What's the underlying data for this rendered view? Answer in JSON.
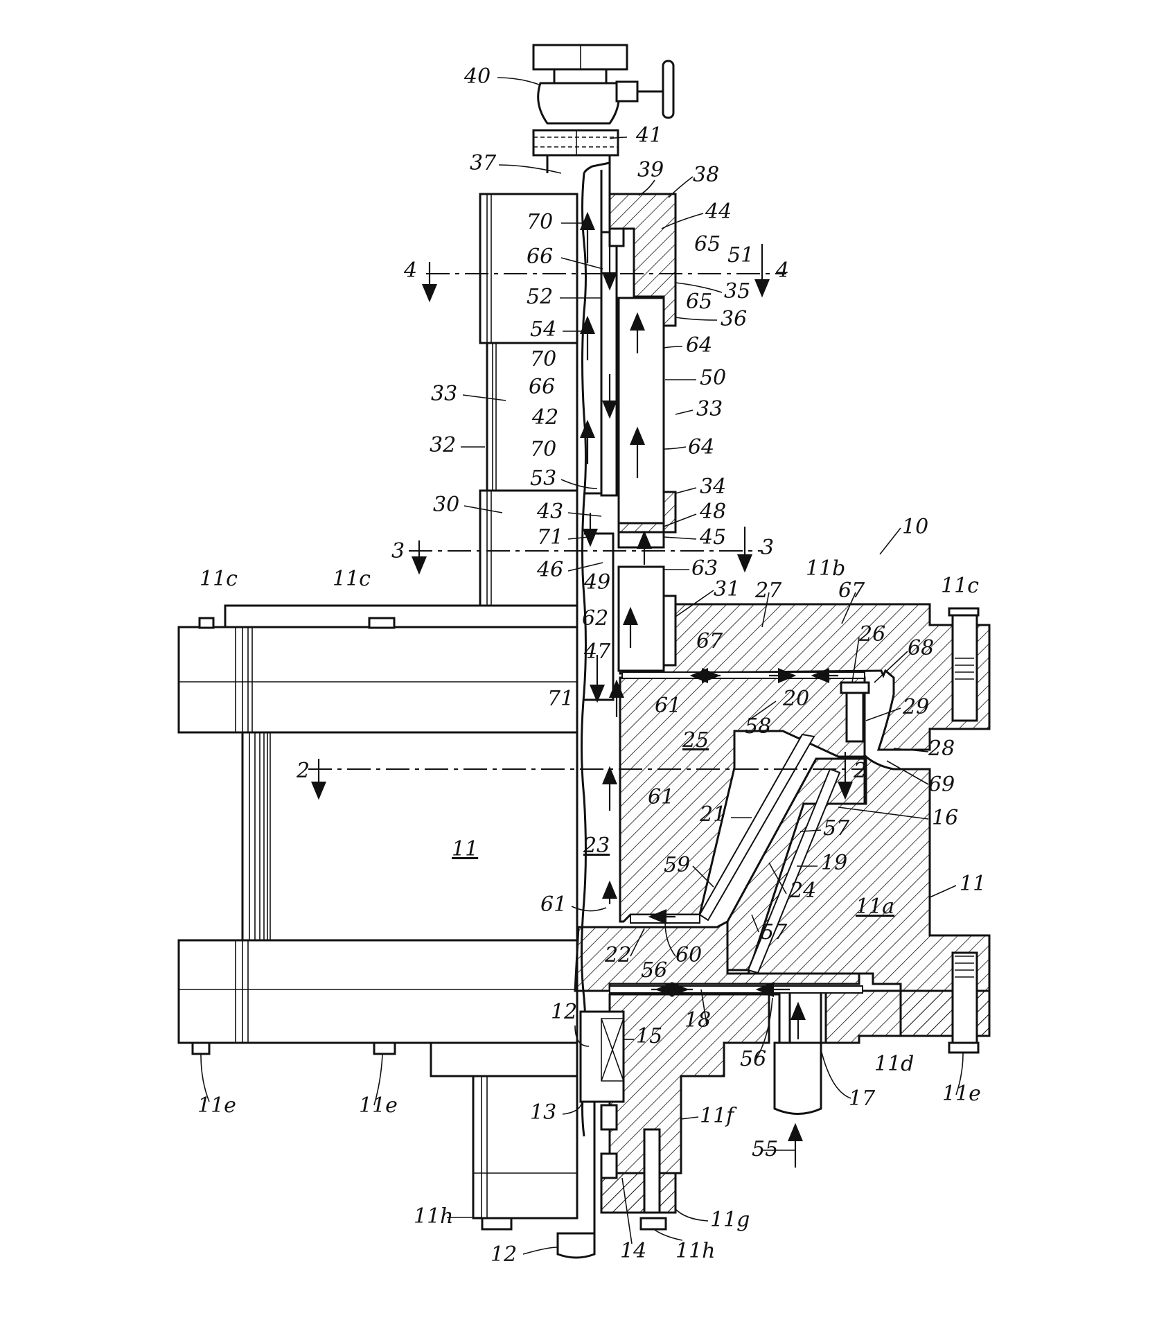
{
  "figure": {
    "labels": {
      "l40": "40",
      "l41": "41",
      "l37": "37",
      "l39": "39",
      "l38": "38",
      "l44": "44",
      "l70a": "70",
      "l65a": "65",
      "l51": "51",
      "l66a": "66",
      "l4left": "4",
      "l4right": "4",
      "l35": "35",
      "l52": "52",
      "l65b": "65",
      "l36": "36",
      "l54": "54",
      "l64a": "64",
      "l70b": "70",
      "l50": "50",
      "l66b": "66",
      "l33a": "33",
      "l33b": "33",
      "l42": "42",
      "l32": "32",
      "l64b": "64",
      "l70c": "70",
      "l53": "53",
      "l34": "34",
      "l30": "30",
      "l43": "43",
      "l48": "48",
      "l71a": "71",
      "l45": "45",
      "l3left": "3",
      "l3right": "3",
      "l10": "10",
      "l46": "46",
      "l63": "63",
      "l11b": "11b",
      "l49": "49",
      "l31": "31",
      "l27": "27",
      "l67a": "67",
      "l11c1": "11c",
      "l11c2": "11c",
      "l11c3": "11c",
      "l62": "62",
      "l26": "26",
      "l67b": "67",
      "l68": "68",
      "l47": "47",
      "l71b": "71",
      "l61a": "61",
      "l20": "20",
      "l29": "29",
      "l58": "58",
      "l25": "25",
      "l28": "28",
      "l2left": "2",
      "l2right": "2",
      "l69": "69",
      "l61b": "61",
      "l16": "16",
      "l21": "21",
      "l57a": "57",
      "l11main": "11",
      "l23": "23",
      "l59": "59",
      "l19": "19",
      "l11right": "11",
      "l24": "24",
      "l11a": "11a",
      "l61c": "61",
      "l57b": "57",
      "l22": "22",
      "l60": "60",
      "l56a": "56",
      "l18": "18",
      "l12a": "12",
      "l15": "15",
      "l56b": "56",
      "l11d": "11d",
      "l17": "17",
      "l11e1": "11e",
      "l11e2": "11e",
      "l11e3": "11e",
      "l13": "13",
      "l11f": "11f",
      "l55": "55",
      "l11h1": "11h",
      "l11g": "11g",
      "l12b": "12",
      "l14": "14",
      "l11h2": "11h"
    }
  }
}
